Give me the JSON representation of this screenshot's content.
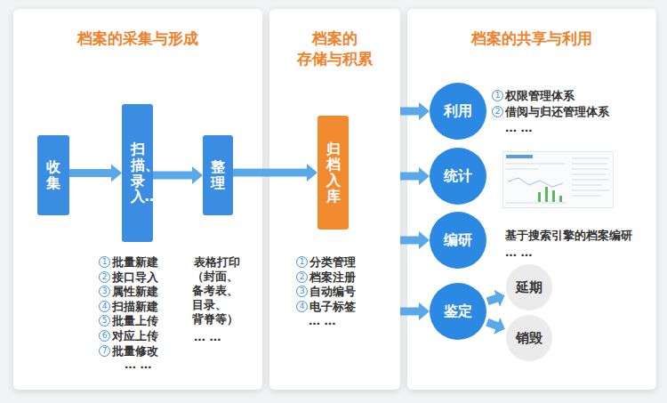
{
  "diagram": {
    "nodes": [
      {
        "text": [
          "档案的采集与形成"
        ]
      },
      {
        "text": [
          "收集"
        ],
        "in": 0
      },
      {
        "text": [
          "扫描、录入…"
        ],
        "in": 0
      },
      {
        "text": [
          "整理"
        ],
        "in": 0
      },
      {
        "text": [
          "档案的 存储与积累"
        ]
      },
      {
        "text": [
          "归档入库"
        ],
        "in": 4
      },
      {
        "text": [
          "档案的共享与利用"
        ]
      },
      {
        "text": [
          "利用"
        ],
        "in": 6
      },
      {
        "text": [
          "统计"
        ],
        "in": 6
      },
      {
        "text": [
          "编研"
        ],
        "in": 6
      },
      {
        "text": [
          "鉴定"
        ],
        "in": 6
      },
      {
        "text": [
          "延期"
        ],
        "in": 6
      },
      {
        "text": [
          "销毁"
        ],
        "in": 6
      }
    ],
    "edges": [
      {
        "from": 1,
        "to": 2,
        "arrow": "to"
      },
      {
        "from": 2,
        "to": 3,
        "arrow": "to"
      },
      {
        "from": 3,
        "to": 5,
        "arrow": "to"
      },
      {
        "from": 4,
        "to": 7,
        "arrow": "to"
      },
      {
        "from": 4,
        "to": 8,
        "arrow": "to"
      },
      {
        "from": 4,
        "to": 9,
        "arrow": "to"
      },
      {
        "from": 4,
        "to": 10,
        "arrow": "to"
      },
      {
        "from": 10,
        "to": 11,
        "arrow": "to"
      },
      {
        "from": 10,
        "to": 12,
        "arrow": "to"
      }
    ],
    "labels": [
      "1",
      "批量新建",
      "2",
      "接口导入",
      "3",
      "属性新建",
      "4",
      "扫描新建",
      "5",
      "批量上传",
      "6",
      "对应上传",
      "7",
      "批量修改",
      "… …",
      "表格打印",
      "（封面、 备考表、 目录、 背脊等）",
      "… …",
      "1",
      "分类管理",
      "2",
      "档案注册",
      "3",
      "自动编号",
      "4",
      "电子标签",
      "… …",
      "1",
      "权限管理体系",
      "2",
      "借阅与归还管理体系",
      "… …",
      "基于搜索引擎的档案编研",
      "… …"
    ]
  }
}
